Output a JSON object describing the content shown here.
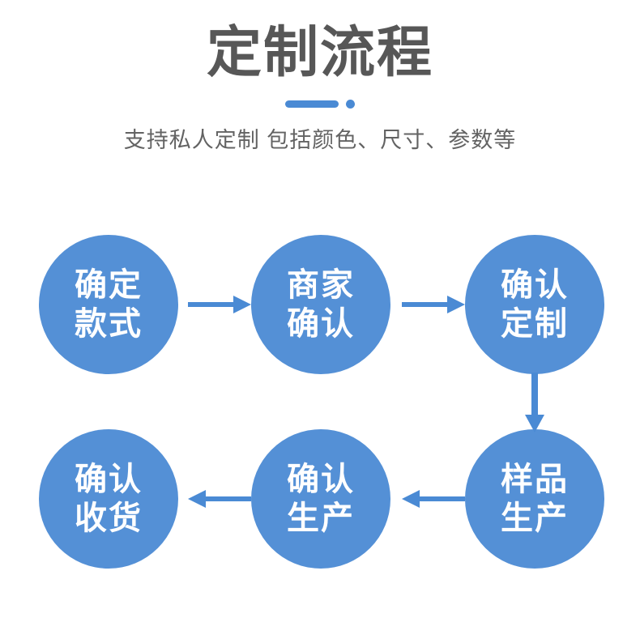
{
  "header": {
    "title": "定制流程",
    "subtitle": "支持私人定制 包括颜色、尺寸、参数等"
  },
  "colors": {
    "node_blue": "#5490d6",
    "accent_blue": "#4a8ad4",
    "title_gray": "#575757",
    "subtitle_gray": "#636363",
    "background": "#ffffff",
    "node_text": "#ffffff"
  },
  "flow": {
    "nodes": [
      {
        "id": "confirm-style",
        "line1": "确定",
        "line2": "款式"
      },
      {
        "id": "merchant-confirm",
        "line1": "商家",
        "line2": "确认"
      },
      {
        "id": "confirm-custom",
        "line1": "确认",
        "line2": "定制"
      },
      {
        "id": "sample-production",
        "line1": "样品",
        "line2": "生产"
      },
      {
        "id": "confirm-production",
        "line1": "确认",
        "line2": "生产"
      },
      {
        "id": "confirm-receipt",
        "line1": "确认",
        "line2": "收货"
      }
    ],
    "connectors": [
      {
        "id": "arrow-1",
        "from": "confirm-style",
        "to": "merchant-confirm",
        "direction": "right"
      },
      {
        "id": "arrow-2",
        "from": "merchant-confirm",
        "to": "confirm-custom",
        "direction": "right"
      },
      {
        "id": "arrow-3",
        "from": "confirm-custom",
        "to": "sample-production",
        "direction": "down"
      },
      {
        "id": "arrow-4",
        "from": "sample-production",
        "to": "confirm-production",
        "direction": "left"
      },
      {
        "id": "arrow-5",
        "from": "confirm-production",
        "to": "confirm-receipt",
        "direction": "left"
      }
    ]
  }
}
